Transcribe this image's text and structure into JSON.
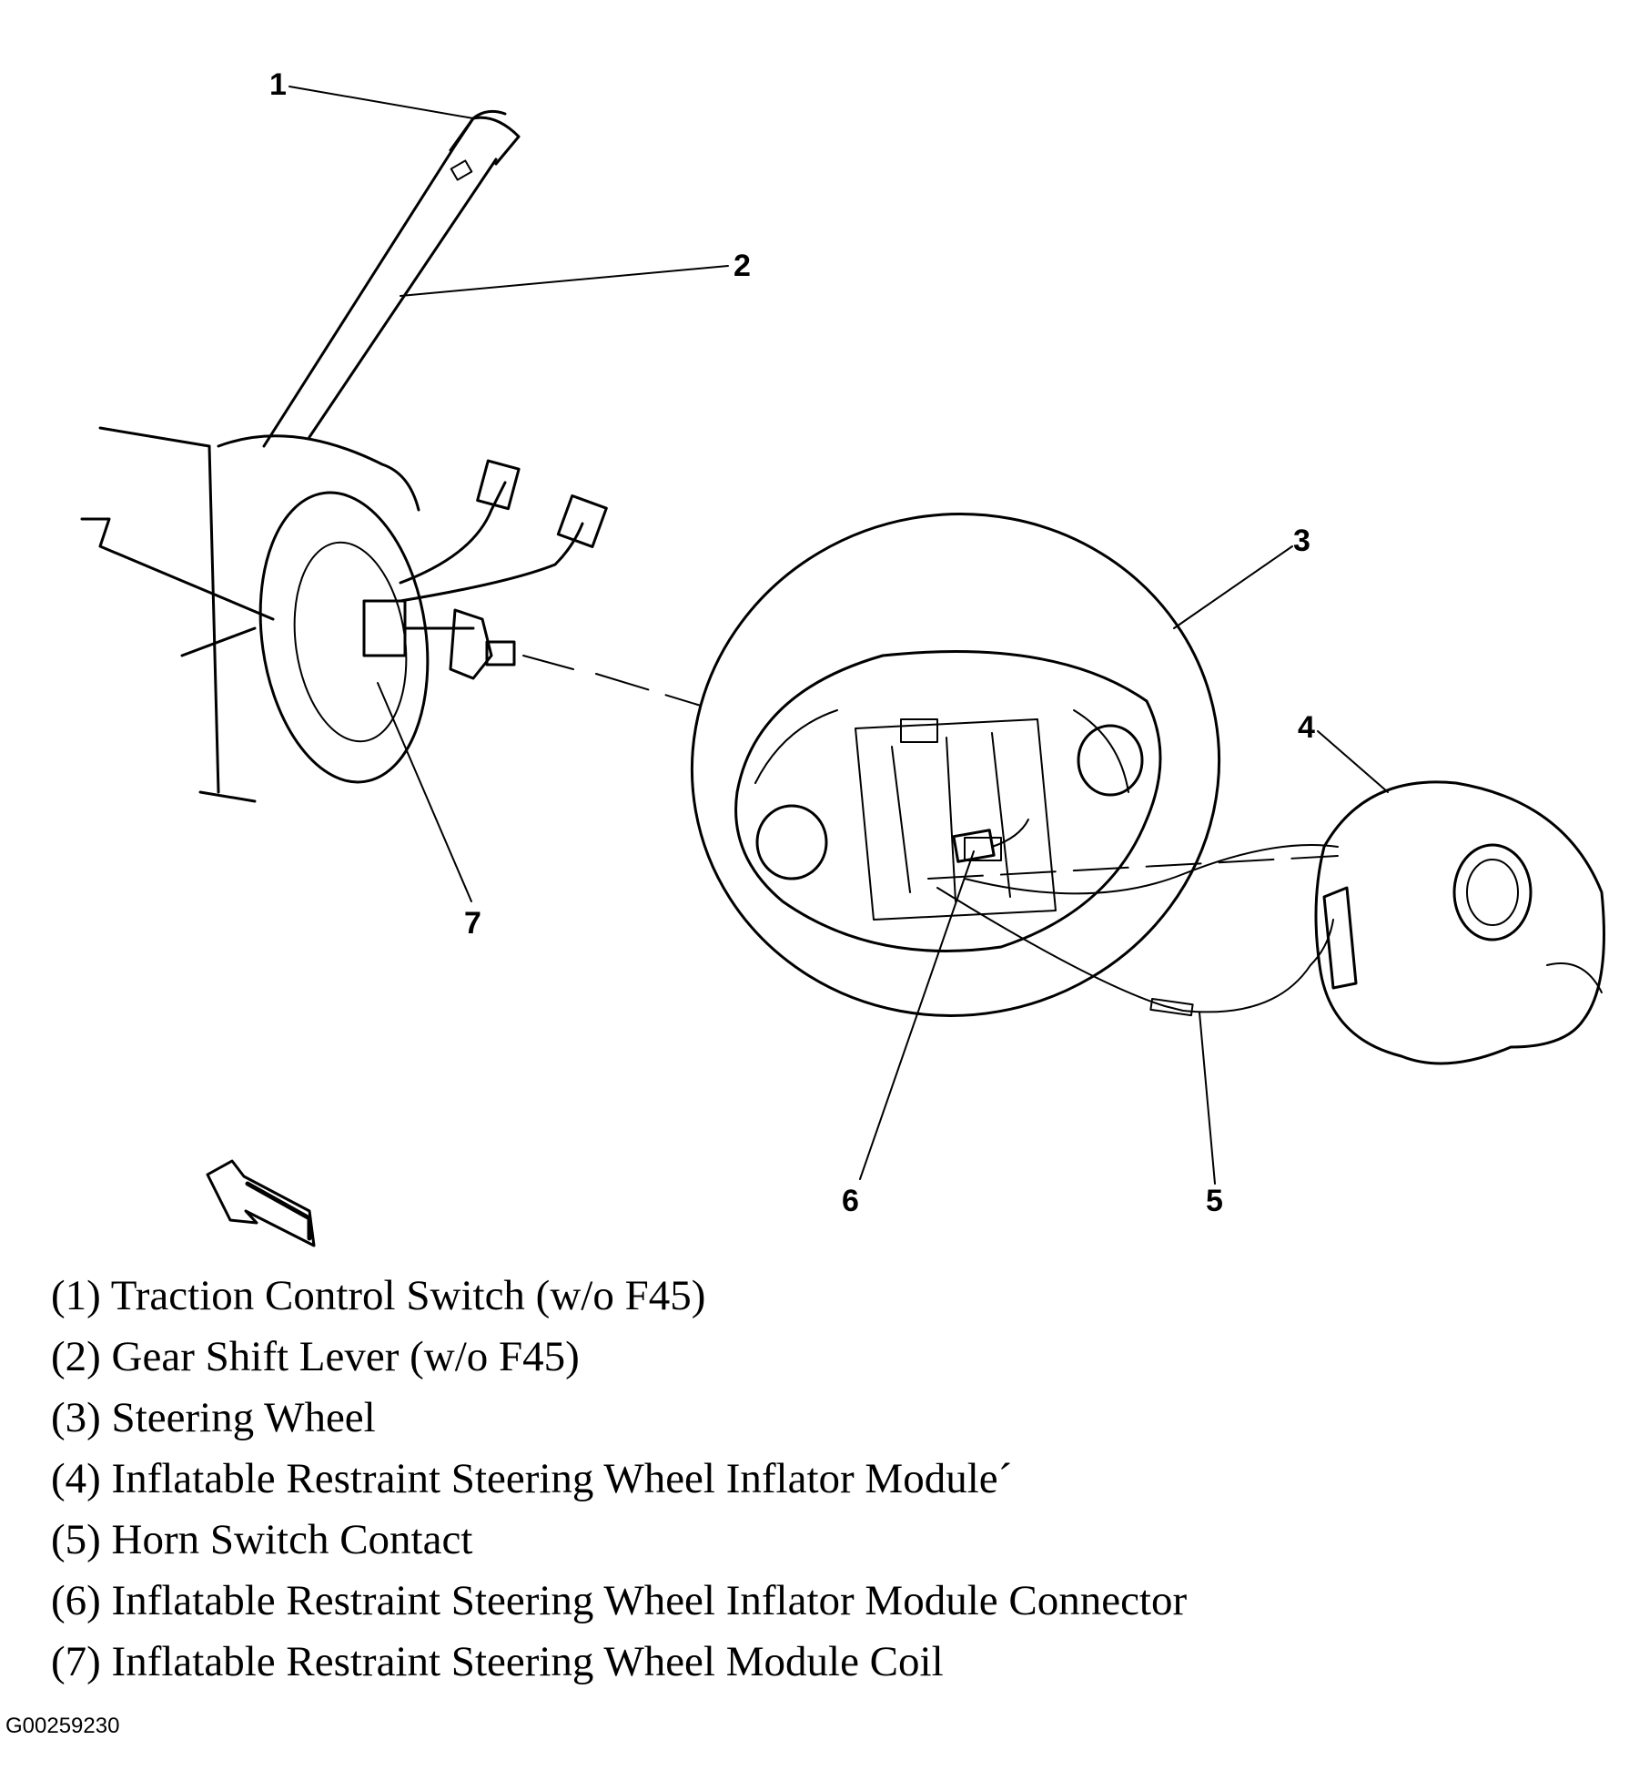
{
  "callouts": [
    "1",
    "2",
    "3",
    "4",
    "5",
    "6",
    "7"
  ],
  "legend": [
    "(1) Traction Control Switch (w/o F45)",
    "(2) Gear Shift Lever (w/o F45)",
    "(3) Steering Wheel",
    "(4) Inflatable Restraint Steering Wheel Inflator Module´",
    "(5) Horn Switch Contact",
    "(6) Inflatable Restraint Steering Wheel Inflator Module Connector",
    "(7) Inflatable Restraint Steering Wheel Module Coil"
  ],
  "figure_id": "G00259230",
  "icons": {
    "direction": "arrow-icon"
  }
}
